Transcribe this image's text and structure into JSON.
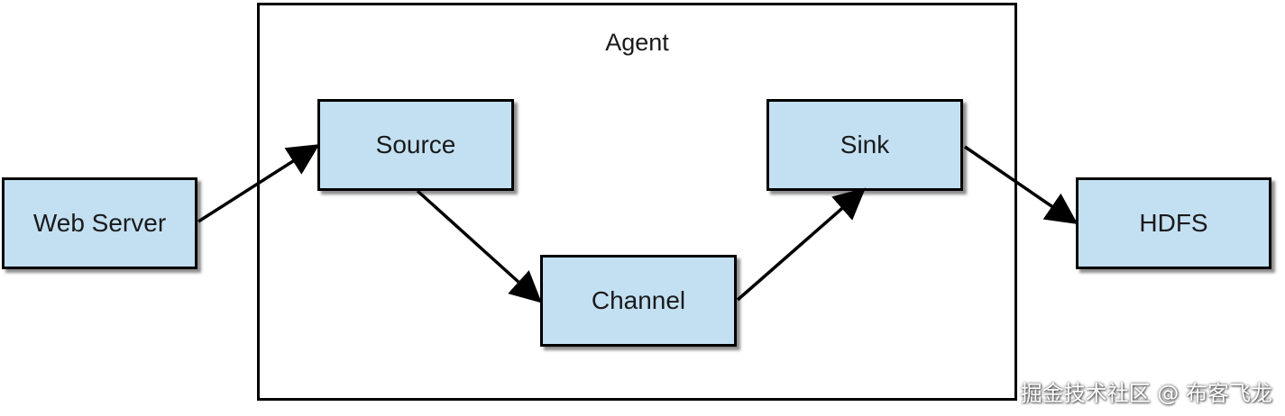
{
  "diagram": {
    "container_label": "Agent",
    "nodes": {
      "web_server": "Web Server",
      "source": "Source",
      "channel": "Channel",
      "sink": "Sink",
      "hdfs": "HDFS"
    },
    "edges": [
      {
        "from": "Web Server",
        "to": "Source"
      },
      {
        "from": "Source",
        "to": "Channel"
      },
      {
        "from": "Channel",
        "to": "Sink"
      },
      {
        "from": "Sink",
        "to": "HDFS"
      }
    ]
  },
  "watermark": "掘金技术社区 @ 布客飞龙",
  "colors": {
    "node_fill": "#c3e0f2",
    "stroke": "#000000",
    "background": "#ffffff"
  }
}
